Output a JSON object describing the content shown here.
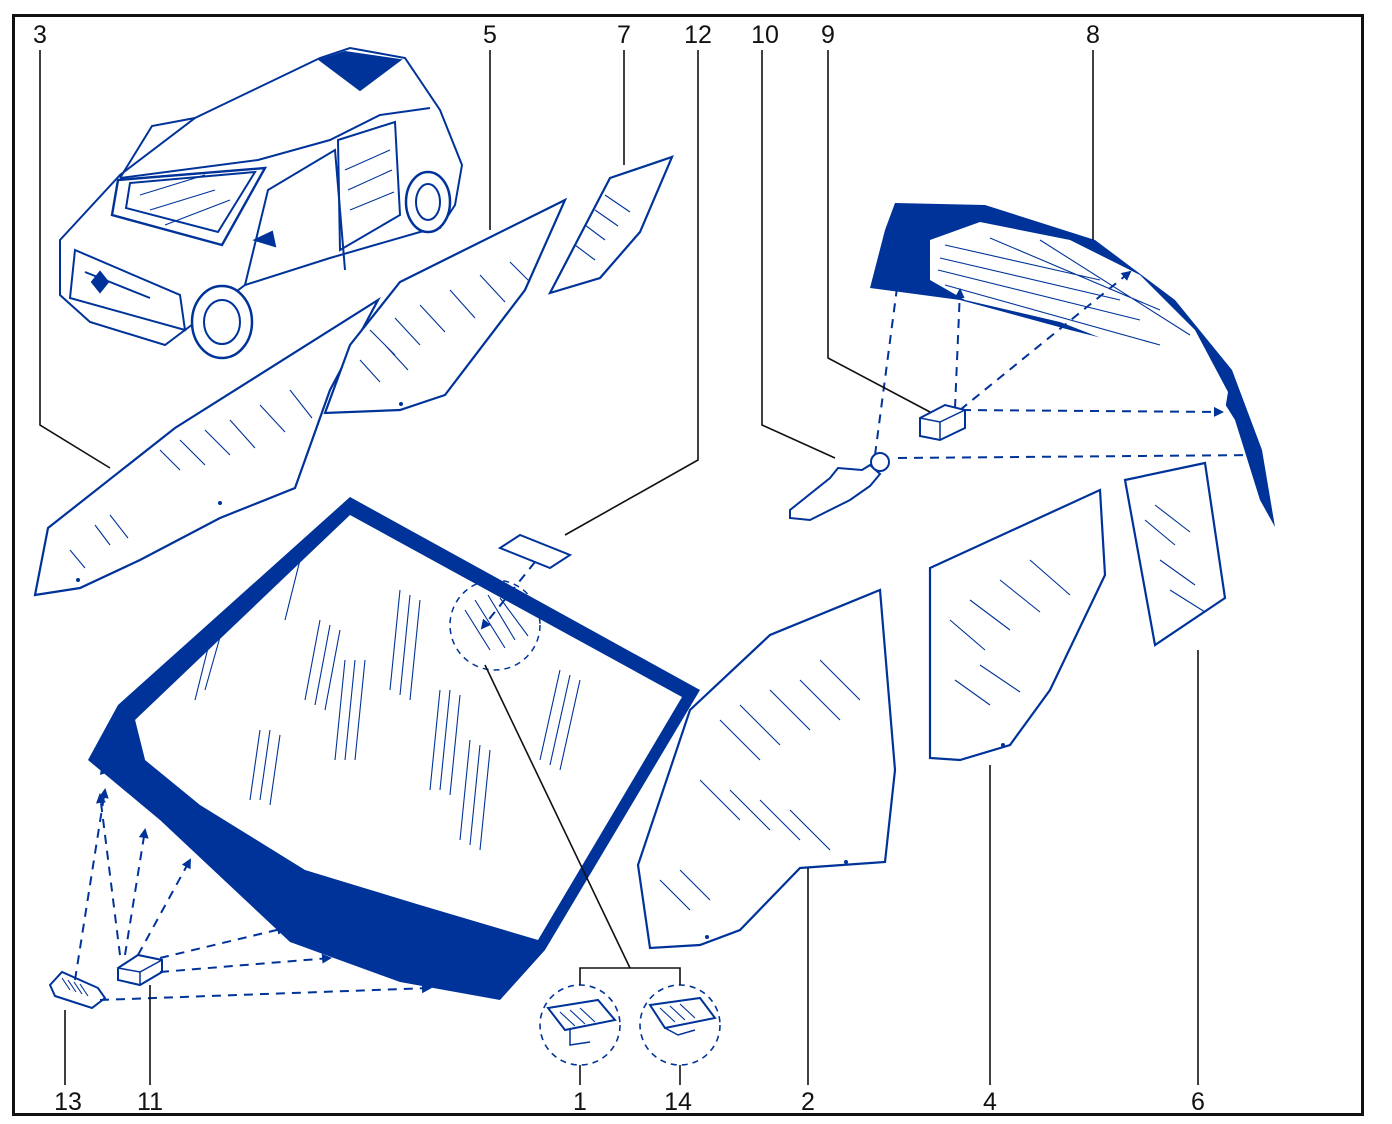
{
  "colors": {
    "ink": "#003399",
    "outline": "#111111",
    "paper": "#ffffff"
  },
  "labels": {
    "l3": "3",
    "l5": "5",
    "l7": "7",
    "l12": "12",
    "l10": "10",
    "l9": "9",
    "l8": "8",
    "l13": "13",
    "l11": "11",
    "l1": "1",
    "l14": "14",
    "l2": "2",
    "l4": "4",
    "l6": "6"
  }
}
